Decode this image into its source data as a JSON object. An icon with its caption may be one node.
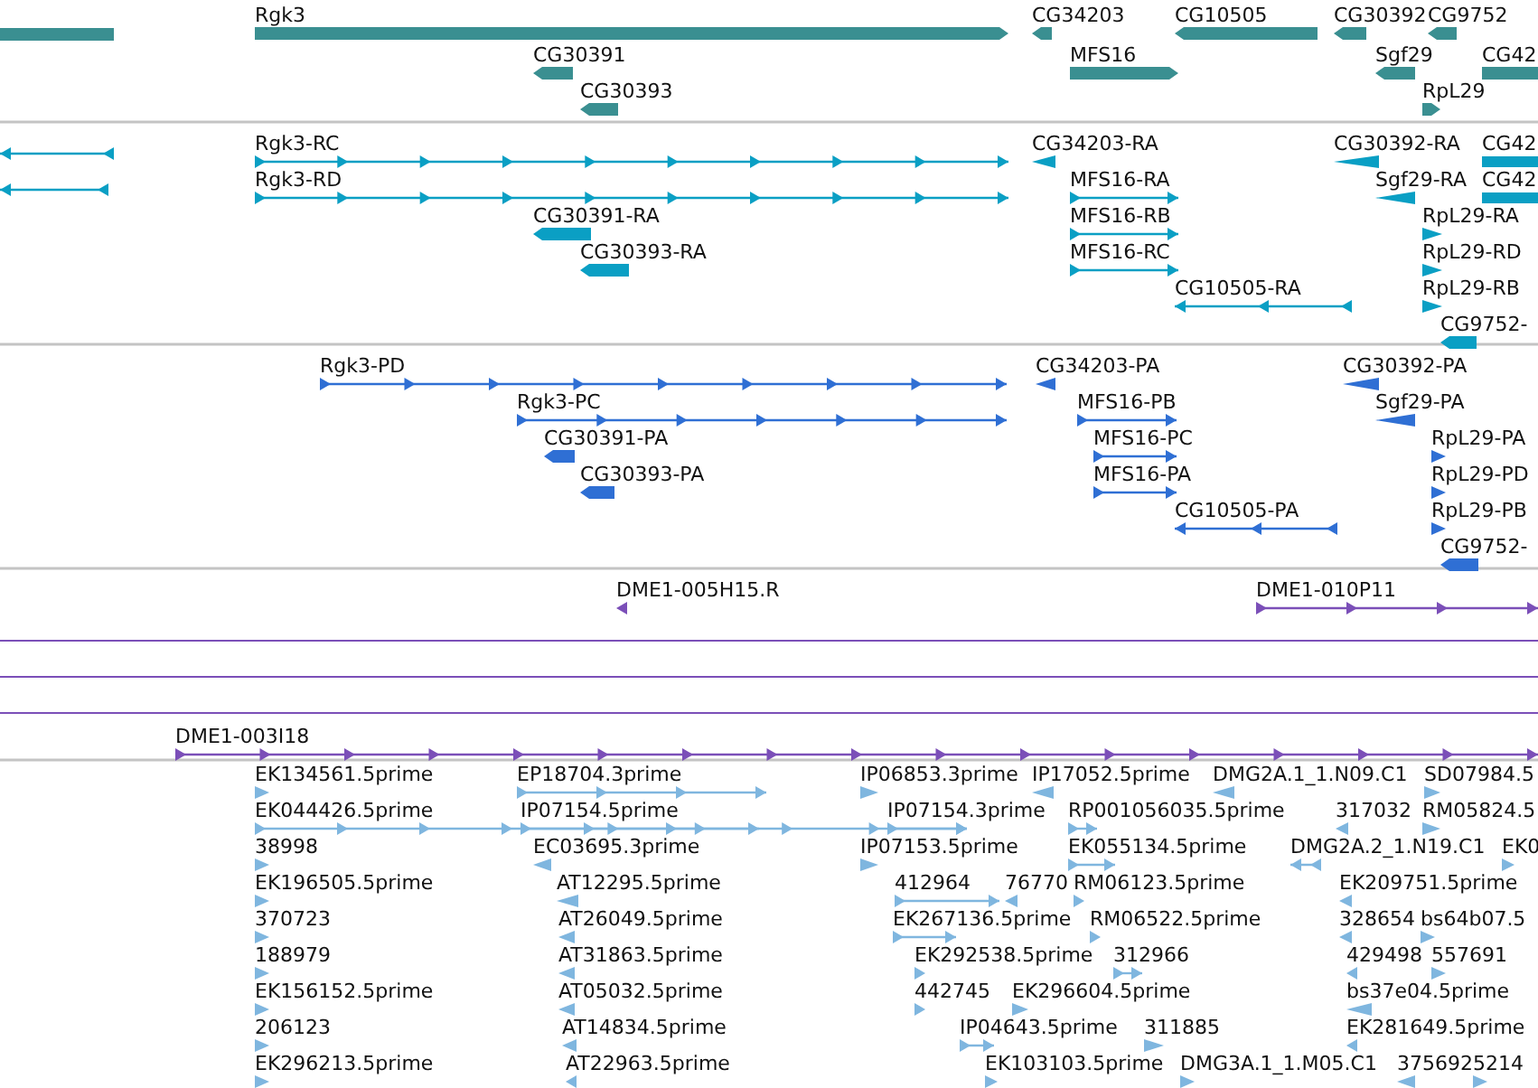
{
  "diagram": {
    "labels": [
      "Rgk3",
      "CG34203",
      "CG10505",
      "CG30392",
      "CG9752",
      "CG30391",
      "MFS16",
      "Sgf29",
      "CG42",
      "CG30393",
      "RpL29",
      "Rgk3-RC",
      "CG34203-RA",
      "CG30392-RA",
      "CG42",
      "Rgk3-RD",
      "MFS16-RA",
      "Sgf29-RA",
      "CG42",
      "CG30391-RA",
      "MFS16-RB",
      "RpL29-RA",
      "CG30393-RA",
      "MFS16-RC",
      "RpL29-RD",
      "CG10505-RA",
      "RpL29-RB",
      "CG9752-",
      "Rgk3-PD",
      "CG34203-PA",
      "CG30392-PA",
      "Rgk3-PC",
      "MFS16-PB",
      "Sgf29-PA",
      "CG30391-PA",
      "MFS16-PC",
      "RpL29-PA",
      "CG30393-PA",
      "MFS16-PA",
      "RpL29-PD",
      "CG10505-PA",
      "RpL29-PB",
      "CG9752-",
      "DME1-005H15.R",
      "DME1-010P11",
      "DME1-003I18",
      "EK134561.5prime",
      "EP18704.3prime",
      "IP06853.3prime",
      "IP17052.5prime",
      "DMG2A.1_1.N09.C1",
      "SD07984.5",
      "EK044426.5prime",
      "IP07154.5prime",
      "IP07154.3prime",
      "RP001056035.5prime",
      "317032",
      "RM05824.5",
      "38998",
      "EC03695.3prime",
      "IP07153.5prime",
      "EK055134.5prime",
      "DMG2A.2_1.N19.C1",
      "EK0",
      "EK196505.5prime",
      "AT12295.5prime",
      "412964",
      "76770",
      "RM06123.5prime",
      "EK209751.5prime",
      "370723",
      "AT26049.5prime",
      "EK267136.5prime",
      "RM06522.5prime",
      "328654",
      "bs64b07.5",
      "188979",
      "AT31863.5prime",
      "EK292538.5prime",
      "312966",
      "429498",
      "557691",
      "EK156152.5prime",
      "AT05032.5prime",
      "442745",
      "EK296604.5prime",
      "bs37e04.5prime",
      "206123",
      "AT14834.5prime",
      "IP04643.5prime",
      "311885",
      "EK281649.5prime",
      "EK296213.5prime",
      "AT22963.5prime",
      "EK103103.5prime",
      "DMG3A.1_1.M05.C1",
      "375692",
      "5214"
    ]
  }
}
